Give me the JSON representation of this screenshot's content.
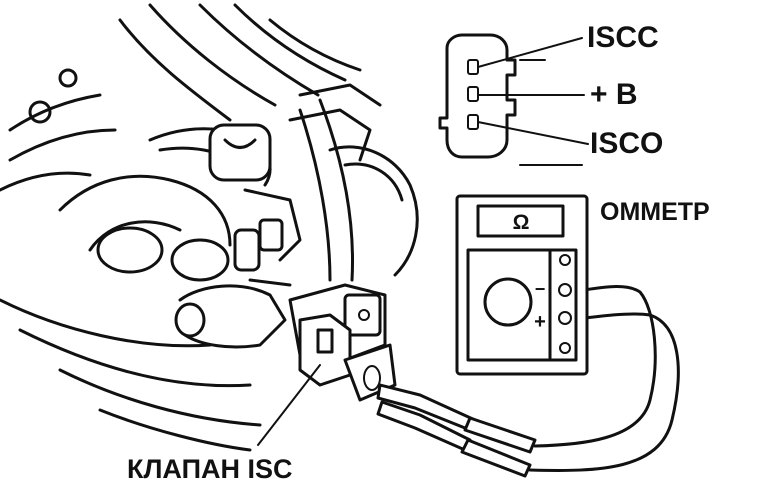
{
  "labels": {
    "pin_top": "ISCC",
    "pin_mid": "+ B",
    "pin_bottom": "ISCO",
    "meter_name": "ОММЕТР",
    "meter_symbol": "Ω",
    "terminal_minus": "−",
    "terminal_plus": "+",
    "valve_name": "КЛАПАН ISC"
  },
  "colors": {
    "ink": "#111111",
    "paper": "#ffffff"
  }
}
